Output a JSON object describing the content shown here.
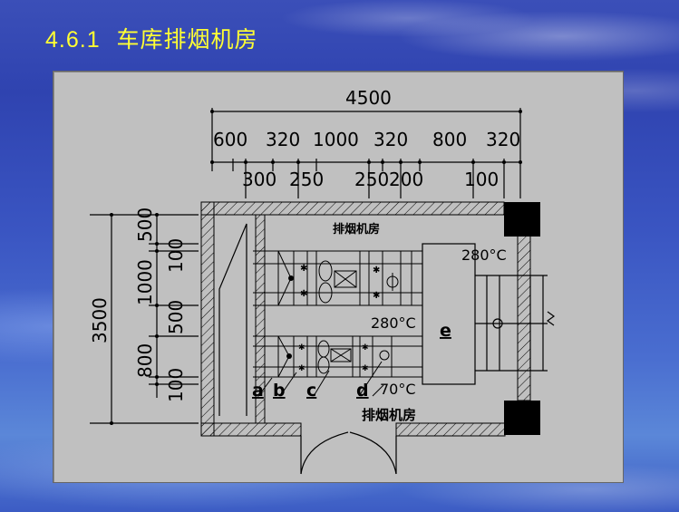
{
  "title": {
    "number": "4.6.1",
    "text": "车库排烟机房"
  },
  "drawing": {
    "overall_width": "4500",
    "top_dims": [
      "600",
      "320",
      "1000",
      "320",
      "800",
      "320"
    ],
    "second_dims": [
      "300",
      "250",
      "250",
      "200",
      "100"
    ],
    "overall_height": "3500",
    "left_dims": [
      "500",
      "100",
      "1000",
      "500",
      "800",
      "100"
    ],
    "room_label_top": "排烟机房",
    "room_label_bottom": "排烟机房",
    "temp_top": "280°C",
    "temp_middle": "280°C",
    "temp_bottom": "70°C",
    "labels": {
      "a": "a",
      "b": "b",
      "c": "c",
      "d": "d",
      "e": "e"
    }
  }
}
